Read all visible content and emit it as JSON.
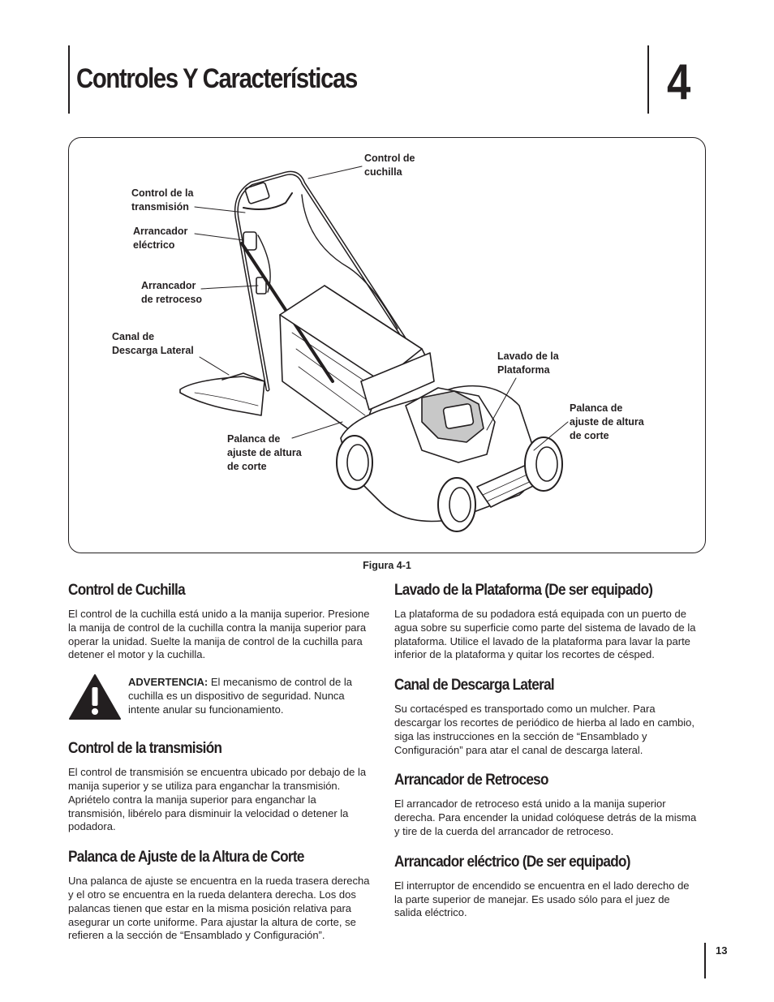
{
  "header": {
    "title": "Controles Y Características",
    "chapter": "4"
  },
  "figure": {
    "caption": "Figura 4-1",
    "labels": {
      "blade_control": [
        "Control de",
        "cuchilla"
      ],
      "transmission": [
        "Control de la",
        "transmisión"
      ],
      "electric_start": [
        "Arrancador",
        "eléctrico"
      ],
      "recoil": [
        "Arrancador",
        "de retroceso"
      ],
      "side_discharge": [
        "Canal de",
        "Descarga Lateral"
      ],
      "deck_wash": [
        "Lavado de la",
        "Plataforma"
      ],
      "height_right": [
        "Palanca de",
        "ajuste de altura",
        "de corte"
      ],
      "height_left": [
        "Palanca de",
        "ajuste de altura",
        "de corte"
      ]
    }
  },
  "left": {
    "s1": {
      "heading": "Control de Cuchilla",
      "body": "El control de la cuchilla está unido a la manija superior. Presione la manija de control de la cuchilla contra la manija superior para operar la unidad. Suelte la manija de control de la cuchilla para detener el motor y la cuchilla."
    },
    "warning": {
      "label": "ADVERTENCIA:",
      "text": " El mecanismo de control de la cuchilla es un dispositivo de seguridad. Nunca intente anular su funcionamiento."
    },
    "s2": {
      "heading": "Control de la transmisión",
      "body": "El control de transmisión se encuentra ubicado por debajo de la manija superior y se utiliza para enganchar la transmisión. Apriételo contra la manija superior para enganchar la transmisión, libérelo para disminuir la velocidad o detener la podadora."
    },
    "s3": {
      "heading": "Palanca de Ajuste de la Altura de Corte",
      "body": "Una palanca de ajuste se encuentra en la rueda trasera derecha y el otro se encuentra en la rueda delantera derecha. Los dos palancas tienen que estar en la misma posición relativa para asegurar un corte uniforme. Para ajustar la altura de corte, se refieren a la sección de “Ensamblado y Configuración”."
    }
  },
  "right": {
    "s1": {
      "heading": "Lavado de la Plataforma (De ser equipado)",
      "body": "La plataforma de su podadora está equipada con un puerto de agua sobre su superficie como parte del sistema de lavado de la plataforma. Utilice el lavado de la plataforma para lavar la parte inferior de la plataforma y quitar los recortes de césped."
    },
    "s2": {
      "heading": "Canal de Descarga Lateral",
      "body": "Su cortacésped es transportado como un mulcher. Para descargar los recortes de periódico de hierba al lado en cambio, siga las instrucciones en la sección de “Ensamblado y Configuración” para atar el canal de descarga lateral."
    },
    "s3": {
      "heading": "Arrancador de Retroceso",
      "body": "El arrancador de retroceso está unido a la manija superior derecha. Para encender la unidad colóquese detrás de la misma y tire de la cuerda del arrancador de retroceso."
    },
    "s4": {
      "heading": "Arrancador eléctrico (De ser equipado)",
      "body": "El interruptor de encendido se encuentra en el lado derecho de la parte superior de manejar. Es usado sólo para el juez de salida eléctrico."
    }
  },
  "footer": {
    "page": "13"
  }
}
